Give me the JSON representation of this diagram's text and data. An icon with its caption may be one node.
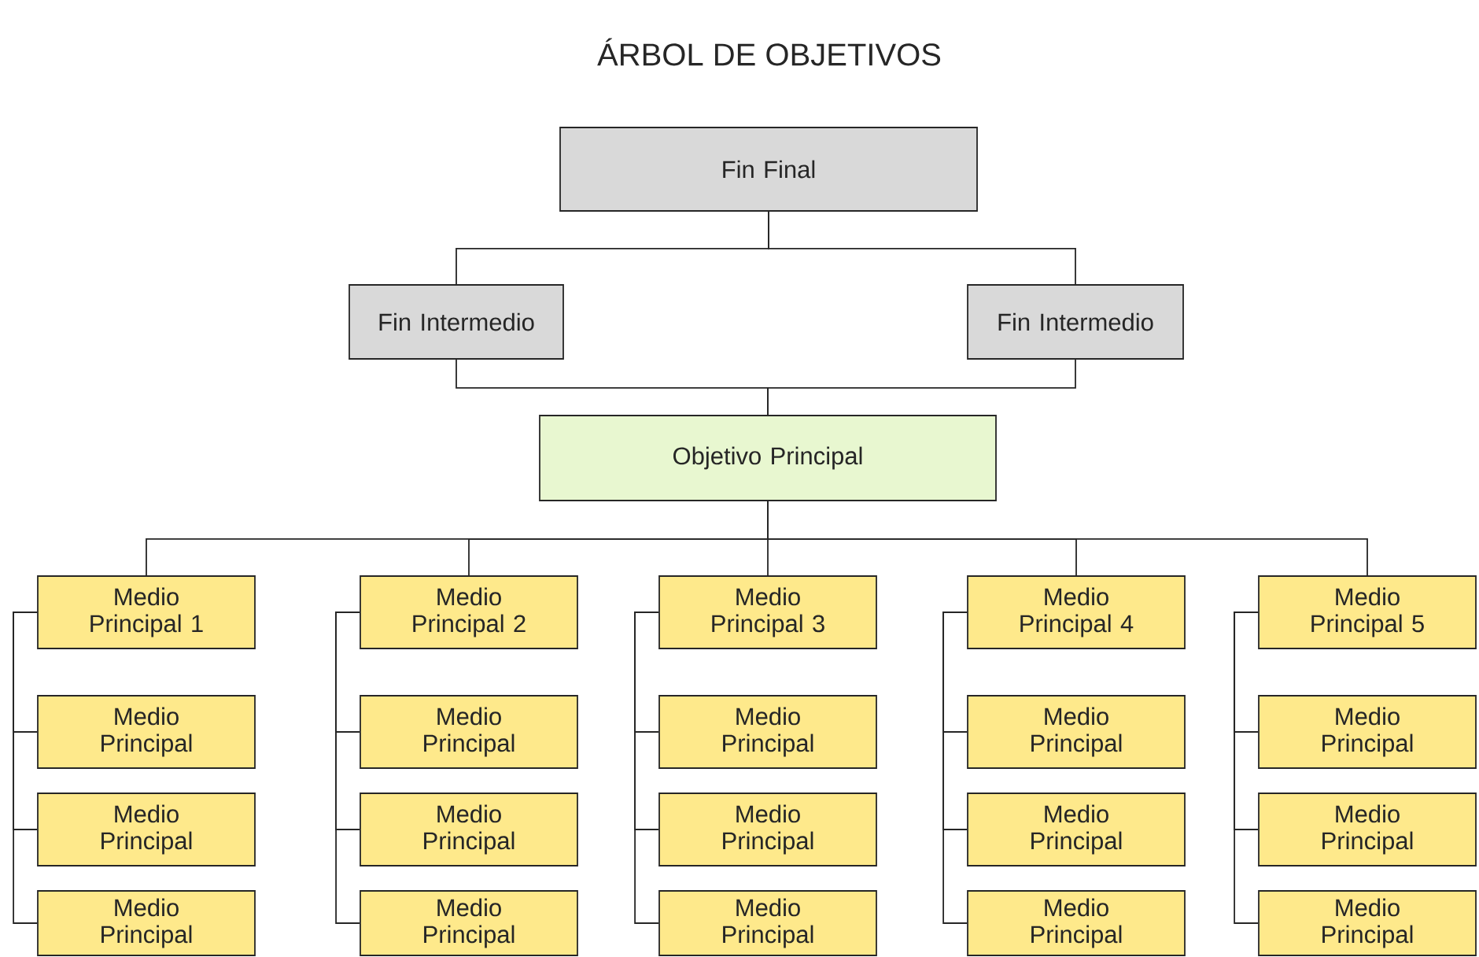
{
  "diagram": {
    "title": "ÁRBOL DE OBJETIVOS",
    "nodes": [
      {
        "text": [
          "Fin Final"
        ]
      },
      {
        "text": [
          "Fin Intermedio"
        ]
      },
      {
        "text": [
          "Fin Intermedio"
        ]
      },
      {
        "text": [
          "Objetivo Principal"
        ]
      },
      {
        "text": [
          "Medio Principal 1"
        ]
      },
      {
        "text": [
          "Medio Principal 2"
        ]
      },
      {
        "text": [
          "Medio Principal 3"
        ]
      },
      {
        "text": [
          "Medio Principal 4"
        ]
      },
      {
        "text": [
          "Medio Principal 5"
        ]
      },
      {
        "text": [
          "Medio Principal"
        ]
      },
      {
        "text": [
          "Medio Principal"
        ]
      },
      {
        "text": [
          "Medio Principal"
        ]
      },
      {
        "text": [
          "Medio Principal"
        ]
      },
      {
        "text": [
          "Medio Principal"
        ]
      },
      {
        "text": [
          "Medio Principal"
        ]
      },
      {
        "text": [
          "Medio Principal"
        ]
      },
      {
        "text": [
          "Medio Principal"
        ]
      },
      {
        "text": [
          "Medio Principal"
        ]
      },
      {
        "text": [
          "Medio Principal"
        ]
      },
      {
        "text": [
          "Medio Principal"
        ]
      },
      {
        "text": [
          "Medio Principal"
        ]
      },
      {
        "text": [
          "Medio Principal"
        ]
      },
      {
        "text": [
          "Medio Principal"
        ]
      },
      {
        "text": [
          "Medio Principal"
        ]
      }
    ],
    "edges": [
      {
        "from": 0,
        "to": 1,
        "arrow": "none"
      },
      {
        "from": 0,
        "to": 2,
        "arrow": "none"
      },
      {
        "from": 1,
        "to": 3,
        "arrow": "none"
      },
      {
        "from": 2,
        "to": 3,
        "arrow": "none"
      },
      {
        "from": 3,
        "to": 4,
        "arrow": "none"
      },
      {
        "from": 3,
        "to": 5,
        "arrow": "none"
      },
      {
        "from": 3,
        "to": 6,
        "arrow": "none"
      },
      {
        "from": 3,
        "to": 7,
        "arrow": "none"
      },
      {
        "from": 3,
        "to": 8,
        "arrow": "none"
      },
      {
        "from": 4,
        "to": 9,
        "arrow": "none"
      },
      {
        "from": 4,
        "to": 14,
        "arrow": "none"
      },
      {
        "from": 4,
        "to": 19,
        "arrow": "none"
      },
      {
        "from": 5,
        "to": 10,
        "arrow": "none"
      },
      {
        "from": 5,
        "to": 15,
        "arrow": "none"
      },
      {
        "from": 5,
        "to": 20,
        "arrow": "none"
      },
      {
        "from": 6,
        "to": 11,
        "arrow": "none"
      },
      {
        "from": 6,
        "to": 16,
        "arrow": "none"
      },
      {
        "from": 6,
        "to": 21,
        "arrow": "none"
      },
      {
        "from": 7,
        "to": 12,
        "arrow": "none"
      },
      {
        "from": 7,
        "to": 17,
        "arrow": "none"
      },
      {
        "from": 7,
        "to": 22,
        "arrow": "none"
      },
      {
        "from": 8,
        "to": 13,
        "arrow": "none"
      },
      {
        "from": 8,
        "to": 18,
        "arrow": "none"
      },
      {
        "from": 8,
        "to": 23,
        "arrow": "none"
      }
    ]
  }
}
